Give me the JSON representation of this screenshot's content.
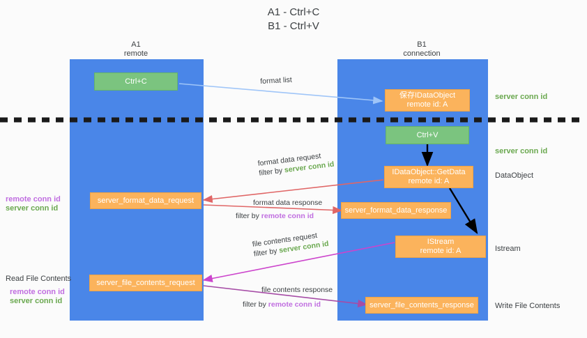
{
  "title": {
    "line1": "A1 - Ctrl+C",
    "line2": "B1 - Ctrl+V"
  },
  "lanes": [
    {
      "name": "A1",
      "sub": "remote"
    },
    {
      "name": "B1",
      "sub": "connection"
    }
  ],
  "nodes": {
    "ctrl_c": "Ctrl+C",
    "ctrl_v": "Ctrl+V",
    "save_idataobject_l1": "保存IDataObject",
    "save_idataobject_l2": "remote id: A",
    "getdata_l1": "IDataObject::GetData",
    "getdata_l2": "remote id: A",
    "istream_l1": "IStream",
    "istream_l2": "remote id: A",
    "server_format_data_request": "server_format_data_request",
    "server_format_data_response": "server_format_data_response",
    "server_file_contents_request": "server_file_contents_request",
    "server_file_contents_response": "server_file_contents_response"
  },
  "edge_labels": {
    "format_list": "format list",
    "format_data_request": "format data request",
    "format_data_response": "format data response",
    "file_contents_request": "file contents request",
    "file_contents_response": "file contents response",
    "filter_by": "filter by",
    "server_conn_id": "server conn id",
    "remote_conn_id": "remote conn id"
  },
  "right_labels": {
    "server_conn_id_top": "server conn id",
    "server_conn_id_mid": "server conn id",
    "dataobject": "DataObject",
    "istream": "Istream",
    "write_file_contents": "Write File Contents"
  },
  "left_labels": {
    "remote_conn_id_1": "remote conn id",
    "server_conn_id_1": "server conn id",
    "read_file_contents": "Read File Contents",
    "remote_conn_id_2": "remote conn id",
    "server_conn_id_2": "server conn id"
  },
  "colors": {
    "lane": "#4a86e8",
    "green_node": "#7bc47f",
    "orange_node": "#fbb35c",
    "accent_green": "#6aa84f",
    "accent_purple": "#c06ee0",
    "arrow_blue": "#9fc5f8",
    "arrow_red": "#e06666",
    "arrow_magenta": "#cc44cc",
    "arrow_purple": "#a64ca6",
    "arrow_black": "#000000",
    "divider": "#1a1a1a"
  }
}
